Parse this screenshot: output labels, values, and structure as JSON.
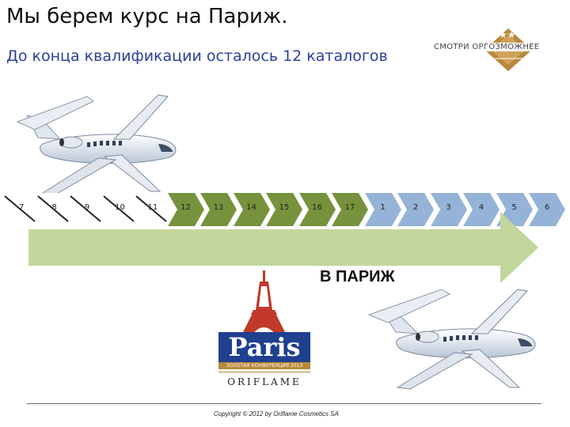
{
  "title": "Мы берем курс на Париж.",
  "subtitle": "До конца квалификации осталось 12 каталогов",
  "logo_top": {
    "text": "СМОТРИ ОРГОЗМОЖНЕЕ"
  },
  "timeline": {
    "past": [
      {
        "label": "7"
      },
      {
        "label": "8"
      },
      {
        "label": "9"
      },
      {
        "label": "10"
      },
      {
        "label": "11"
      }
    ],
    "green": [
      {
        "label": "12"
      },
      {
        "label": "13"
      },
      {
        "label": "14"
      },
      {
        "label": "15"
      },
      {
        "label": "16"
      },
      {
        "label": "17"
      }
    ],
    "blue": [
      {
        "label": "1"
      },
      {
        "label": "2"
      },
      {
        "label": "3"
      },
      {
        "label": "4"
      },
      {
        "label": "5"
      },
      {
        "label": "6"
      }
    ]
  },
  "arrow_label": "В ПАРИЖ",
  "paris_logo": {
    "word": "Paris",
    "tagline": "ЗОЛОТАЯ КОНФЕРЕНЦИЯ 2013",
    "brand": "ORIFLAME"
  },
  "copyright": "Copyright © 2012 by Oriflame Cosmetics SA",
  "colors": {
    "green_chevron": "#76923c",
    "blue_chevron": "#95b3d7",
    "arrow": "#c3d69b",
    "paris_blue": "#1f3f8f",
    "tower_red": "#c0392b",
    "gold": "#b8893b"
  }
}
